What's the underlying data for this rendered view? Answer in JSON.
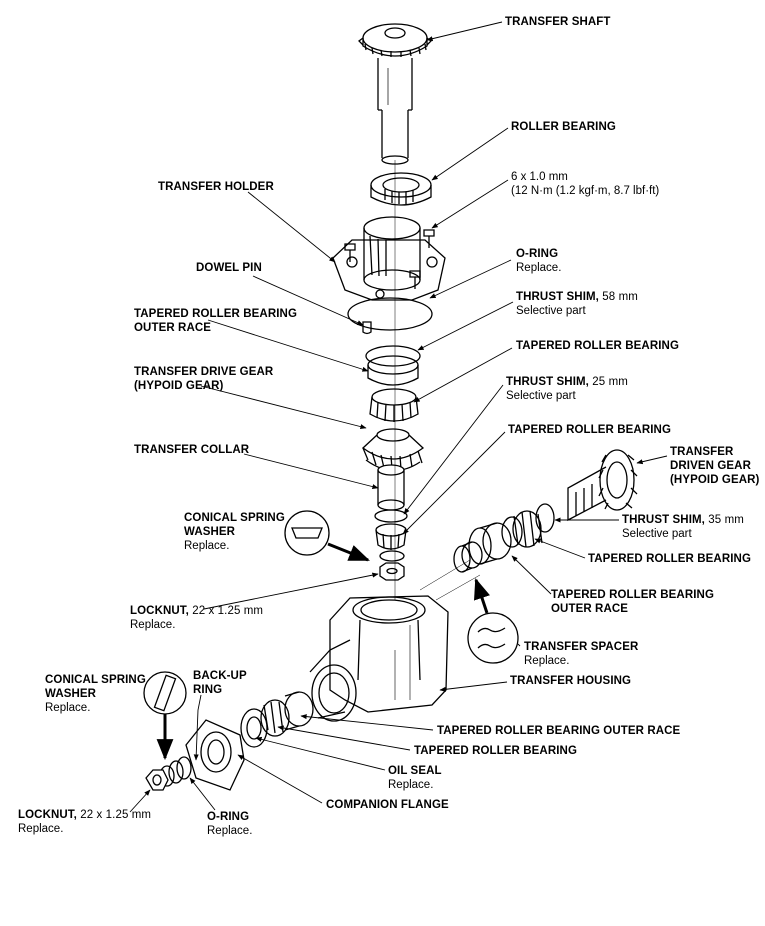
{
  "labels": {
    "transfer_shaft": {
      "title": "TRANSFER SHAFT"
    },
    "roller_bearing": {
      "title": "ROLLER BEARING"
    },
    "bolt_spec": {
      "line1": "6 x 1.0 mm",
      "line2": "(12 N·m (1.2 kgf·m, 8.7 lbf·ft)"
    },
    "transfer_holder": {
      "title": "TRANSFER HOLDER"
    },
    "o_ring_top": {
      "title": "O-RING",
      "note": "Replace."
    },
    "dowel_pin": {
      "title": "DOWEL PIN"
    },
    "thrust_shim_58": {
      "title": "THRUST SHIM,",
      "spec": "58 mm",
      "note": "Selective part"
    },
    "trb_outer_race_top": {
      "line1": "TAPERED ROLLER BEARING",
      "line2": "OUTER RACE"
    },
    "trb_top": {
      "title": "TAPERED ROLLER BEARING"
    },
    "transfer_drive_gear": {
      "line1": "TRANSFER DRIVE GEAR",
      "line2": "(HYPOID GEAR)"
    },
    "thrust_shim_25": {
      "title": "THRUST SHIM,",
      "spec": "25 mm",
      "note": "Selective part"
    },
    "trb_mid": {
      "title": "TAPERED ROLLER BEARING"
    },
    "transfer_collar": {
      "title": "TRANSFER COLLAR"
    },
    "transfer_driven_gear": {
      "line1": "TRANSFER",
      "line2": "DRIVEN GEAR",
      "line3": "(HYPOID GEAR)"
    },
    "conical_washer_top": {
      "line1": "CONICAL SPRING",
      "line2": "WASHER",
      "note": "Replace."
    },
    "thrust_shim_35": {
      "title": "THRUST SHIM,",
      "spec": "35 mm",
      "note": "Selective part"
    },
    "trb_right": {
      "title": "TAPERED ROLLER BEARING"
    },
    "trb_outer_race_right": {
      "line1": "TAPERED ROLLER BEARING",
      "line2": "OUTER RACE"
    },
    "locknut_top": {
      "title": "LOCKNUT,",
      "spec": "22 x 1.25 mm",
      "note": "Replace."
    },
    "transfer_spacer": {
      "title": "TRANSFER SPACER",
      "note": "Replace."
    },
    "transfer_housing": {
      "title": "TRANSFER HOUSING"
    },
    "conical_washer_bottom": {
      "line1": "CONICAL SPRING",
      "line2": "WASHER",
      "note": "Replace."
    },
    "backup_ring": {
      "line1": "BACK-UP",
      "line2": "RING"
    },
    "trb_outer_race_bottom": {
      "title": "TAPERED ROLLER BEARING OUTER RACE"
    },
    "trb_bottom": {
      "title": "TAPERED ROLLER BEARING"
    },
    "oil_seal": {
      "title": "OIL SEAL",
      "note": "Replace."
    },
    "companion_flange": {
      "title": "COMPANION FLANGE"
    },
    "locknut_bottom": {
      "title": "LOCKNUT,",
      "spec": "22 x 1.25 mm",
      "note": "Replace."
    },
    "o_ring_bottom": {
      "title": "O-RING",
      "note": "Replace."
    }
  }
}
